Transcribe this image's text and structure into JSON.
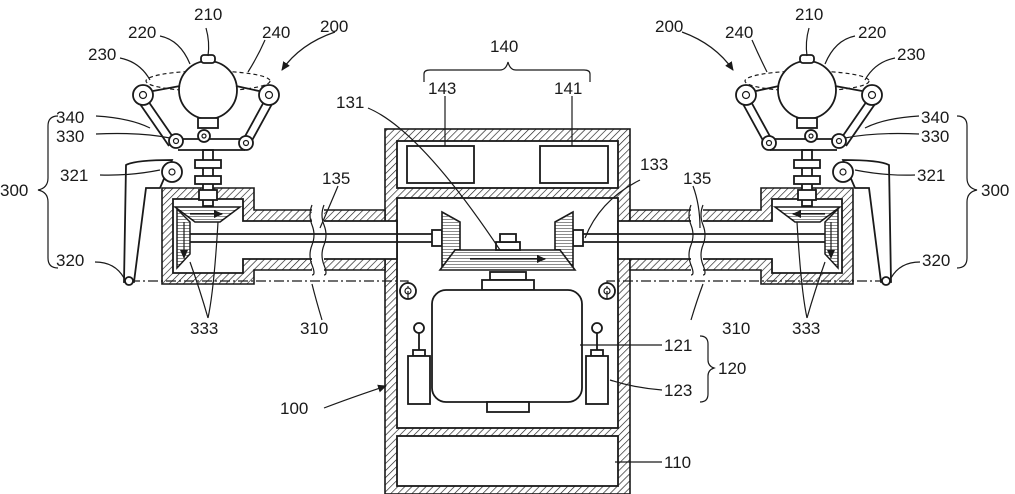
{
  "labels": {
    "l100": "100",
    "l110": "110",
    "l120": "120",
    "l121": "121",
    "l123": "123",
    "l131": "131",
    "l133a": "133",
    "l135a": "135",
    "l135b": "135",
    "l140": "140",
    "l141": "141",
    "l143": "143",
    "l200a": "200",
    "l200b": "200",
    "l210a": "210",
    "l210b": "210",
    "l220a": "220",
    "l220b": "220",
    "l230a": "230",
    "l230b": "230",
    "l240a": "240",
    "l240b": "240",
    "l300a": "300",
    "l300b": "300",
    "l310a": "310",
    "l310b": "310",
    "l320a": "320",
    "l320b": "320",
    "l321a": "321",
    "l321b": "321",
    "l330a": "330",
    "l330b": "330",
    "l333a": "333",
    "l333b": "333",
    "l340a": "340",
    "l340b": "340"
  }
}
